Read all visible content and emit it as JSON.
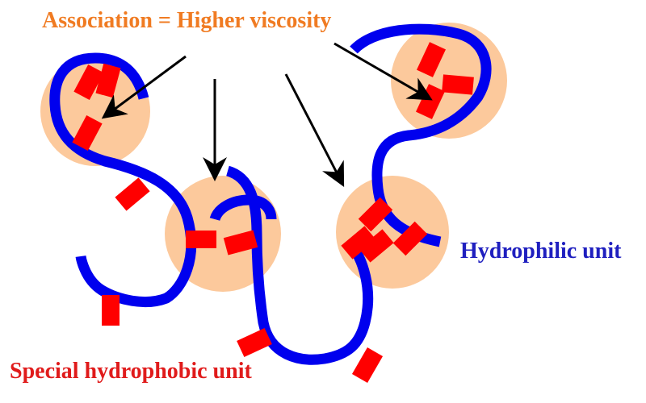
{
  "labels": {
    "association": "Association = Higher viscosity",
    "hydrophilic_unit": "Hydrophilic unit",
    "hydrophobic_unit": "Special hydrophobic unit"
  },
  "colors": {
    "association_text": "#f07b22",
    "hydrophilic_text": "#1f1fbf",
    "hydrophobic_text": "#e01b1b",
    "polymer_chain": "#0000ee",
    "hydrophobic_block": "#ff0000",
    "association_zone": "#fcc99c",
    "arrow": "#000000"
  },
  "icons": {
    "chain": "polymer-chain",
    "zone": "association-zone",
    "block": "hydrophobic-block",
    "arrow": "arrow-icon"
  }
}
